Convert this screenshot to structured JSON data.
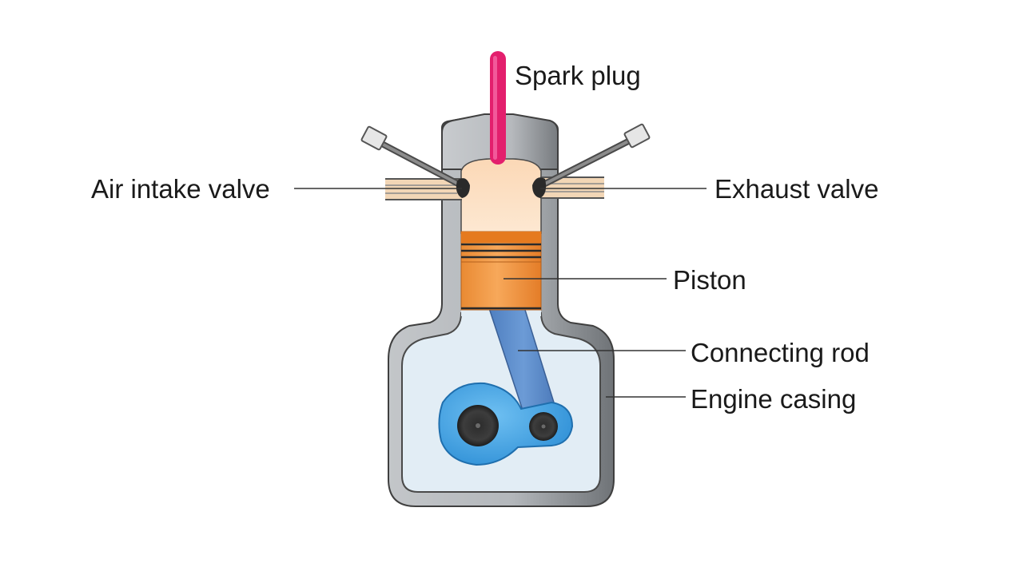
{
  "labels": {
    "spark_plug": "Spark plug",
    "air_intake_valve": "Air intake valve",
    "exhaust_valve": "Exhaust valve",
    "piston": "Piston",
    "connecting_rod": "Connecting rod",
    "engine_casing": "Engine casing"
  },
  "colors": {
    "casing": "#aeb2b6",
    "casing_outline": "#4a4a4a",
    "chamber": "#e2edf5",
    "combustion_gas": "#fde1c4",
    "piston": "#f39a45",
    "piston_dark": "#d8772a",
    "spark_plug": "#e31f6d",
    "rod": "#5d8fce",
    "crank": "#4aa8e6",
    "valve_stem": "#6a6a6a",
    "valve_tip": "#e4e4e4",
    "leader_line": "#333333"
  }
}
